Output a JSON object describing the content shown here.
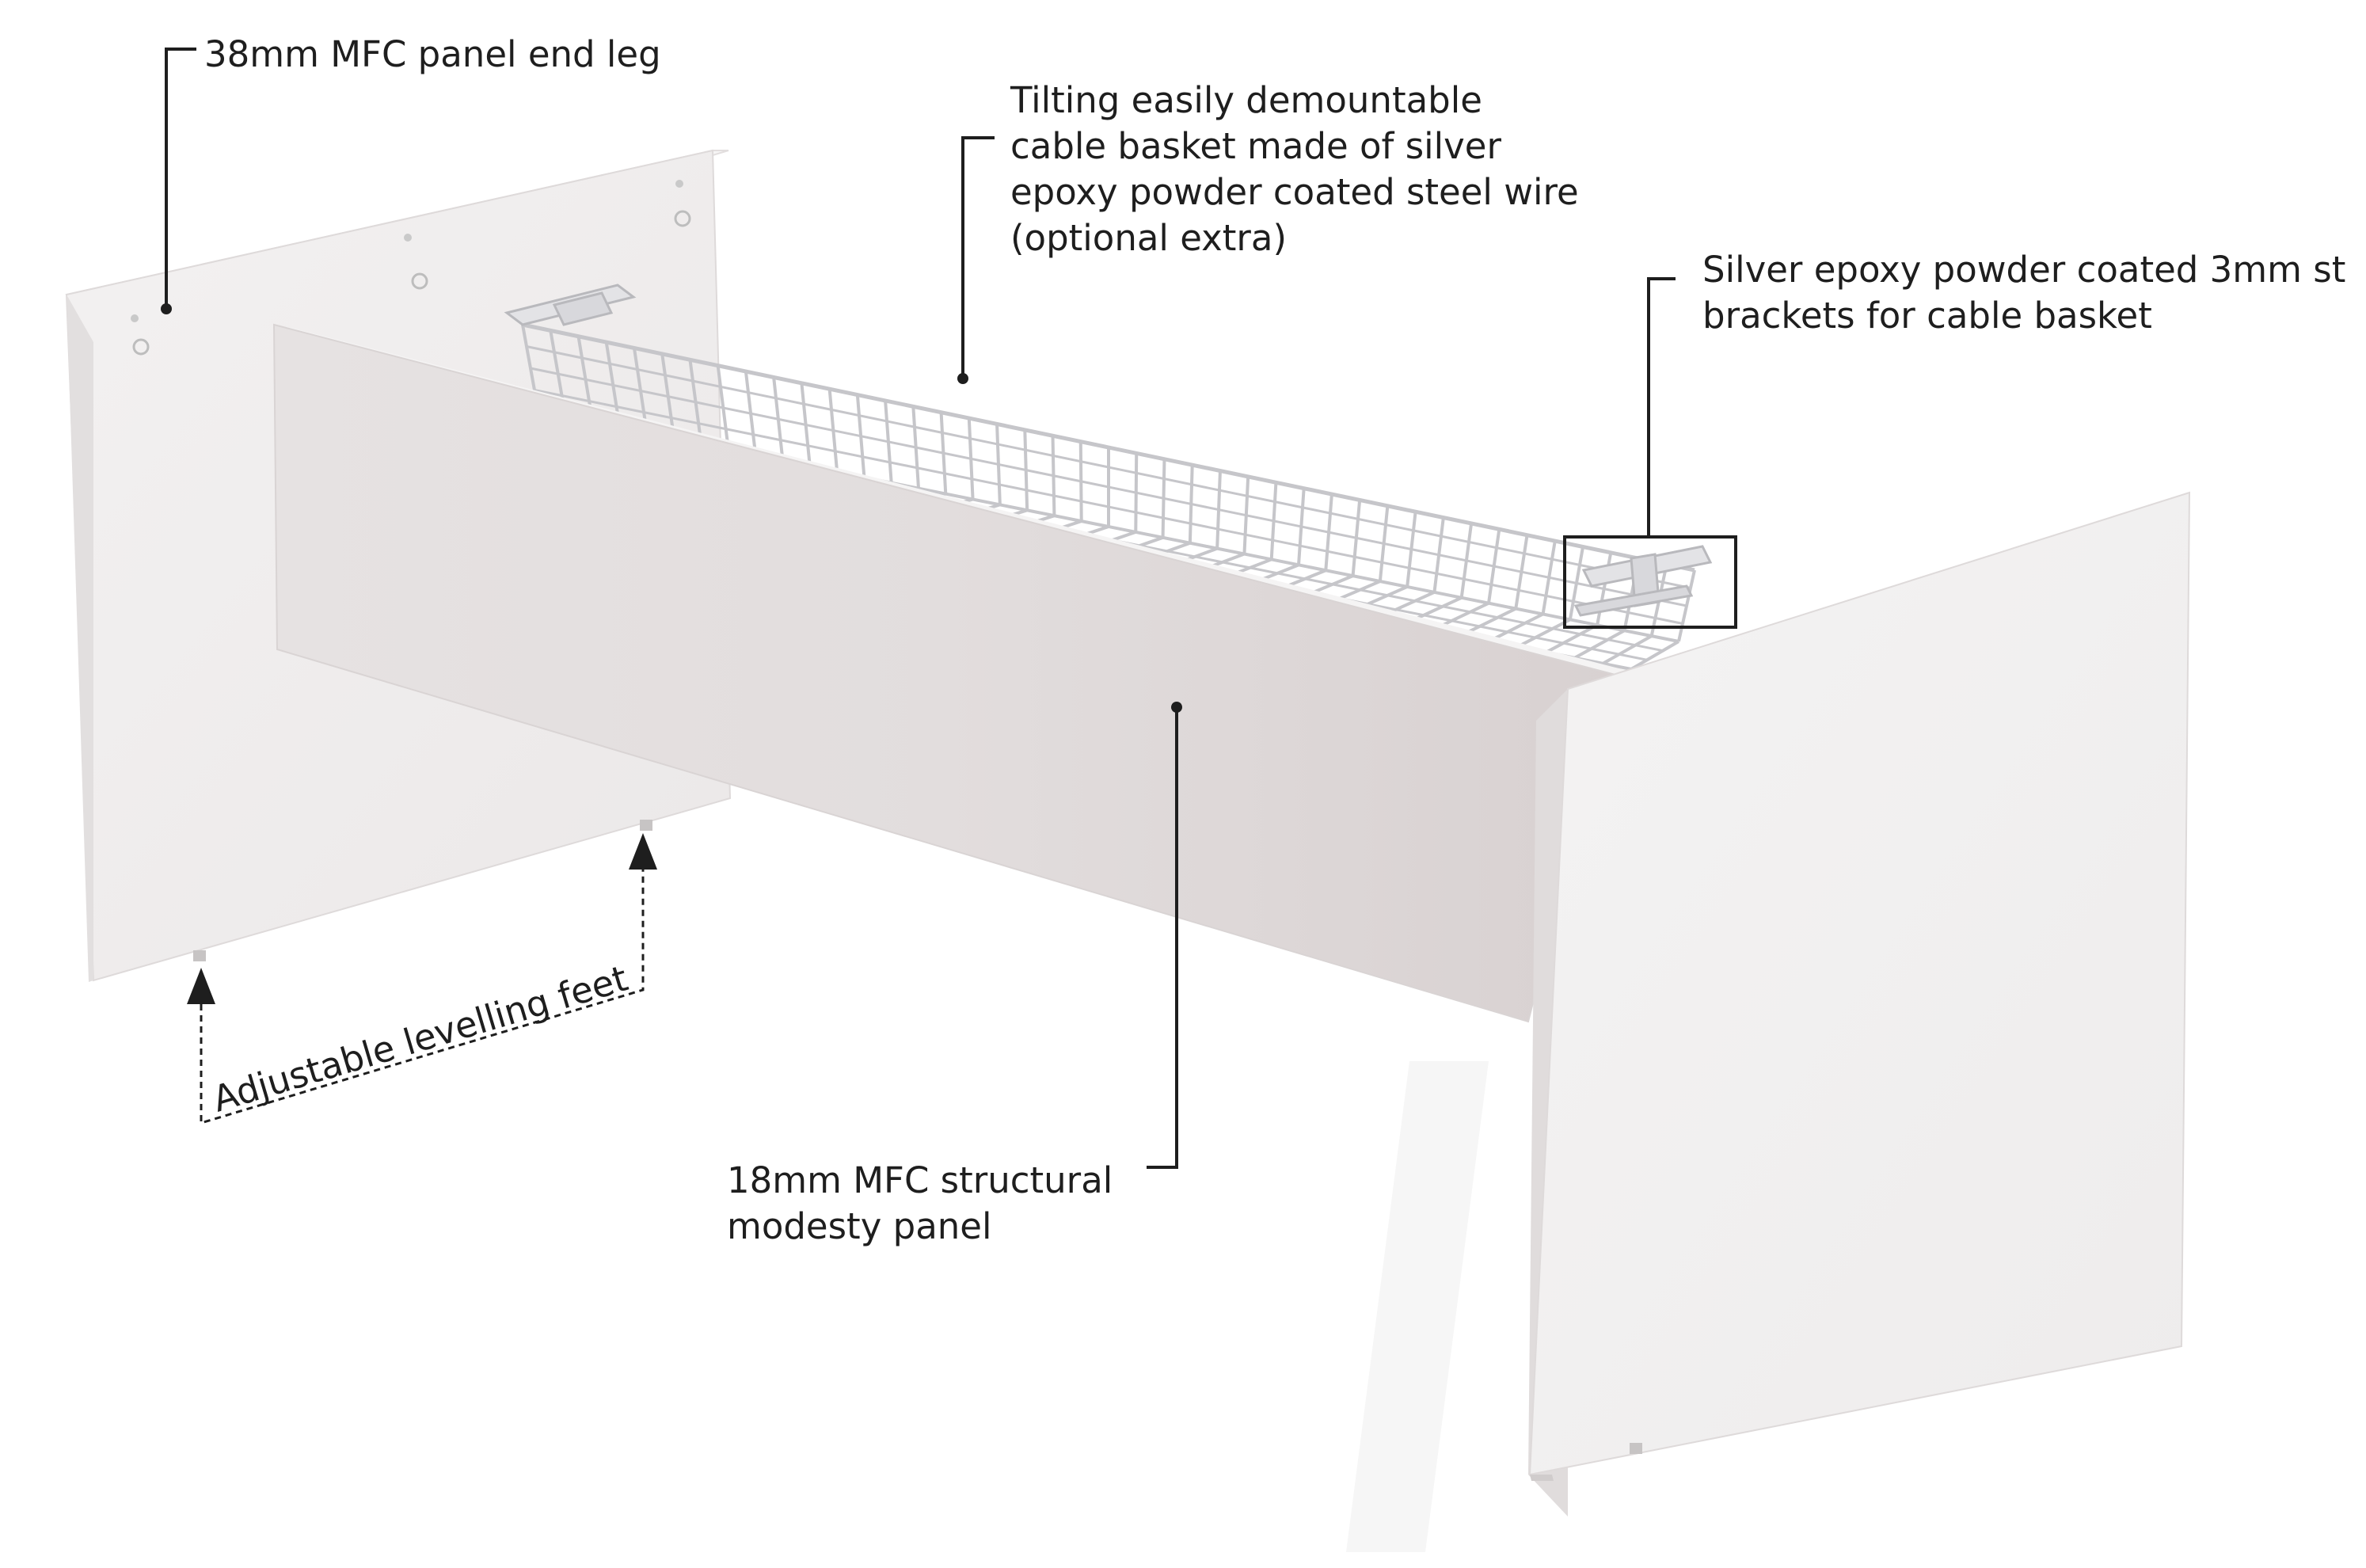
{
  "labels": {
    "end_leg": "38mm MFC panel end leg",
    "cable_basket": "Tilting easily demountable\ncable basket made of silver\nepoxy powder coated steel wire\n(optional extra)",
    "brackets": "Silver epoxy powder coated 3mm st\nbrackets for cable basket",
    "levelling_feet": "Adjustable levelling feet",
    "modesty_panel": "18mm MFC structural\nmodesty panel"
  },
  "colors": {
    "line": "#1e1e1e",
    "panel": "#e9e6e6",
    "panel_edge": "#f4f2f2",
    "panel_shadow": "#ddd8d8",
    "wire": "#c9c9cc"
  }
}
